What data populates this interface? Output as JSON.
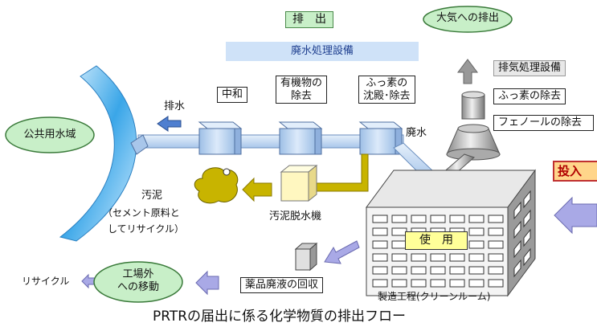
{
  "labels": {
    "discharge": "排　出",
    "to_atmosphere": "大気への排出",
    "wastewater_treatment": "廃水処理設備",
    "exhaust_treatment": "排気処理設備",
    "fluorine_removal_exhaust": "ふっ素の除去",
    "phenol_removal": "フェノールの除去",
    "neutralization": "中和",
    "organic_removal_1": "有機物の",
    "organic_removal_2": "除去",
    "fluorine_precip_1": "ふっ素の",
    "fluorine_precip_2": "沈殿･除去",
    "drainage": "排水",
    "wastewater": "廃水",
    "public_water": "公共用水域",
    "sludge": "汚泥",
    "sludge_note_1": "（セメント原料と",
    "sludge_note_2": "してリサイクル）",
    "sludge_dewatering": "汚泥脱水機",
    "input": "投入",
    "use": "使　用",
    "chemical_recovery": "薬品廃液の回収",
    "offsite_1": "工場外",
    "offsite_2": "への移動",
    "recycle": "リサイクル",
    "cleanroom": "製造工程(クリーンルーム)",
    "caption": "PRTRの届出に係る化学物質の排出フロー"
  },
  "colors": {
    "pipe_blue": "#b8d4f0",
    "tank_blue": "#c4dcf4",
    "sludge_pipe": "#c8b400",
    "arrow_purple": "#a9a9e6",
    "green_oval": "#c8efc8",
    "use_box": "#ffff99",
    "banner_blue": "#cfe2f8",
    "input_box": "#ffd58a"
  }
}
